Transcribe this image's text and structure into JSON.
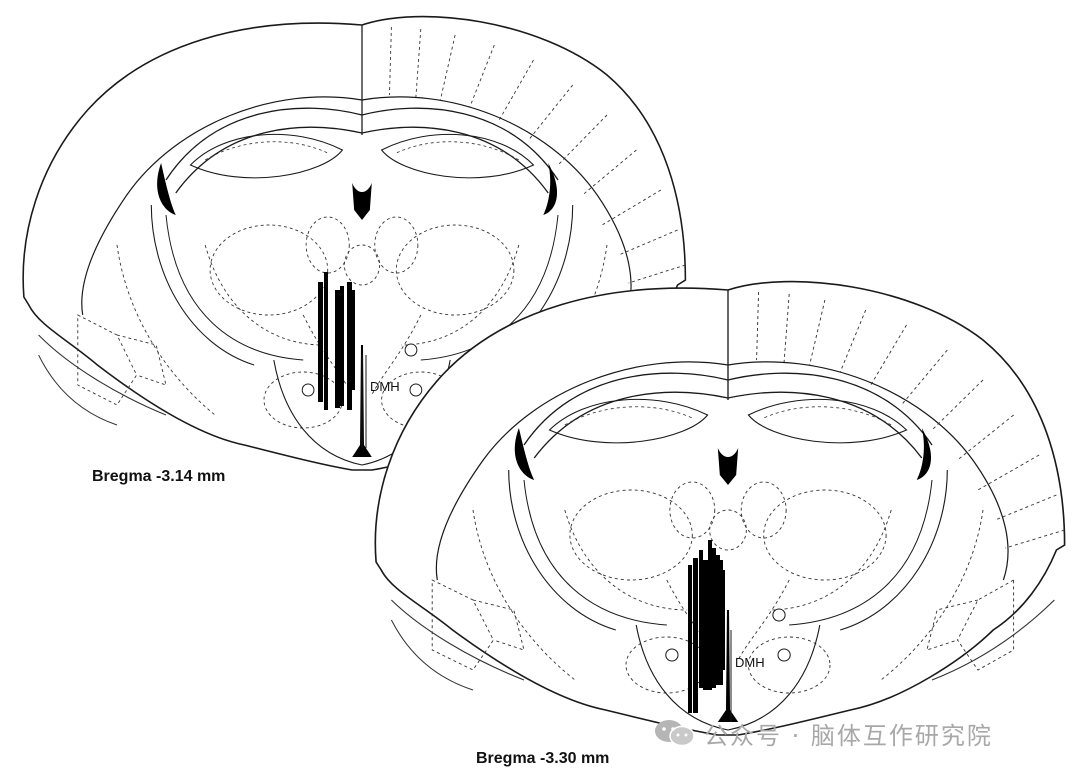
{
  "sections": [
    {
      "id": "section-1",
      "caption": "Bregma -3.14 mm",
      "region_label": "DMH"
    },
    {
      "id": "section-2",
      "caption": "Bregma -3.30 mm",
      "region_label": "DMH"
    }
  ],
  "watermark": {
    "text": "公众号 · 脑体互作研究院",
    "icon": "wechat-icon"
  },
  "colors": {
    "line": "#1a1a1a",
    "dashed": "#333333",
    "fill": "#000000",
    "watermark": "#a8a8a8"
  }
}
